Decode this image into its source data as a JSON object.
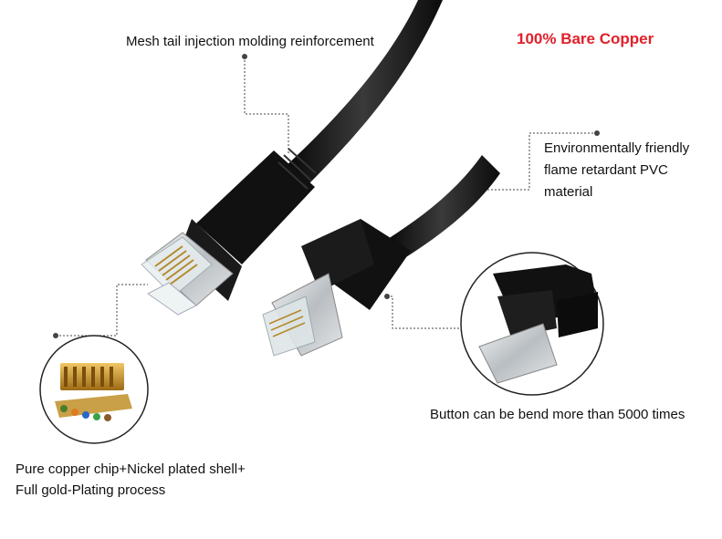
{
  "headline": {
    "text": "100% Bare Copper",
    "color": "#e0202a"
  },
  "callouts": {
    "mesh": "Mesh tail injection molding reinforcement",
    "pvc_line1": "Environmentally friendly",
    "pvc_line2": "flame retardant PVC",
    "pvc_line3": "material",
    "button": "Button can be bend more than 5000 times",
    "chip_line1": "Pure copper chip+Nickel plated shell+",
    "chip_line2": "Full gold-Plating process"
  },
  "colors": {
    "cable": "#141414",
    "shell": "#cfd3d6",
    "gold": "#c8962e"
  },
  "icons": [
    "rj45-plug-left",
    "rj45-plug-right",
    "chip-closeup",
    "button-closeup"
  ]
}
